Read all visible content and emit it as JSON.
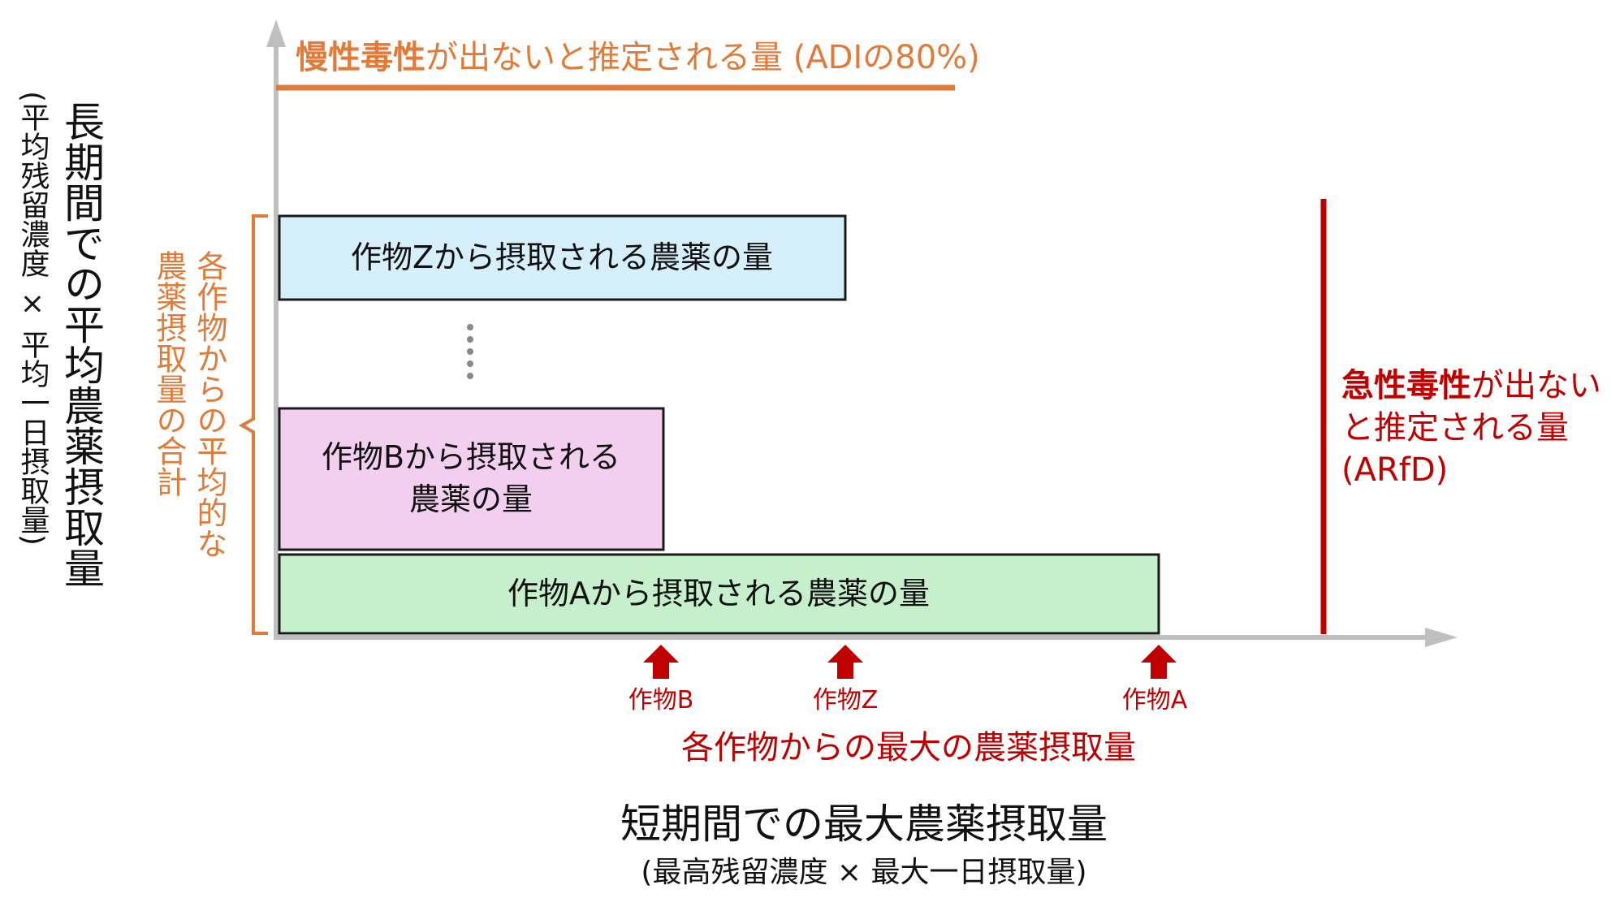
{
  "colors": {
    "axis": "#bfbfbf",
    "orange": "#e07b39",
    "red": "#c00000",
    "black": "#111111",
    "box_z": "#d6f0fb",
    "box_b": "#f2cfee",
    "box_a": "#c6efcb",
    "dots": "#888888"
  },
  "top_label": {
    "bold": "慢性毒性",
    "rest": "が出ないと推定される量 (ADIの80%)"
  },
  "y_axis": {
    "title": "長期間での平均農薬摂取量",
    "subtitle": "(平均残留濃度 × 平均一日摂取量)"
  },
  "brace_label": {
    "col1": "各作物からの平均的な",
    "col2": "農薬摂取量の合計"
  },
  "boxes": {
    "z": "作物Zから摂取される農薬の量",
    "b_line1": "作物Bから摂取される",
    "b_line2": "農薬の量",
    "a": "作物Aから摂取される農薬の量"
  },
  "right_label": {
    "bold": "急性毒性",
    "line1_rest": "が出ない",
    "line2": "と推定される量",
    "line3": "(ARfD)"
  },
  "markers": {
    "b": "作物B",
    "z": "作物Z",
    "a": "作物A"
  },
  "marker_caption": "各作物からの最大の農薬摂取量",
  "x_axis": {
    "title": "短期間での最大農薬摂取量",
    "subtitle": "(最高残留濃度 × 最大一日摂取量)"
  }
}
